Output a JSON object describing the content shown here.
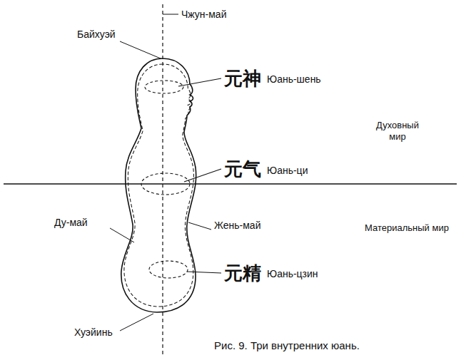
{
  "diagram": {
    "caption": "Рис. 9. Три внутренних юань.",
    "labels": [
      "Чжун-май",
      "Байхуэй",
      "元神",
      "Юань-шень",
      "Духовный мир",
      "元气",
      "Юань-ци",
      "Ду-май",
      "Жень-май",
      "Материальный мир",
      "元精",
      "Юань-цзин",
      "Хуэйинь"
    ]
  }
}
